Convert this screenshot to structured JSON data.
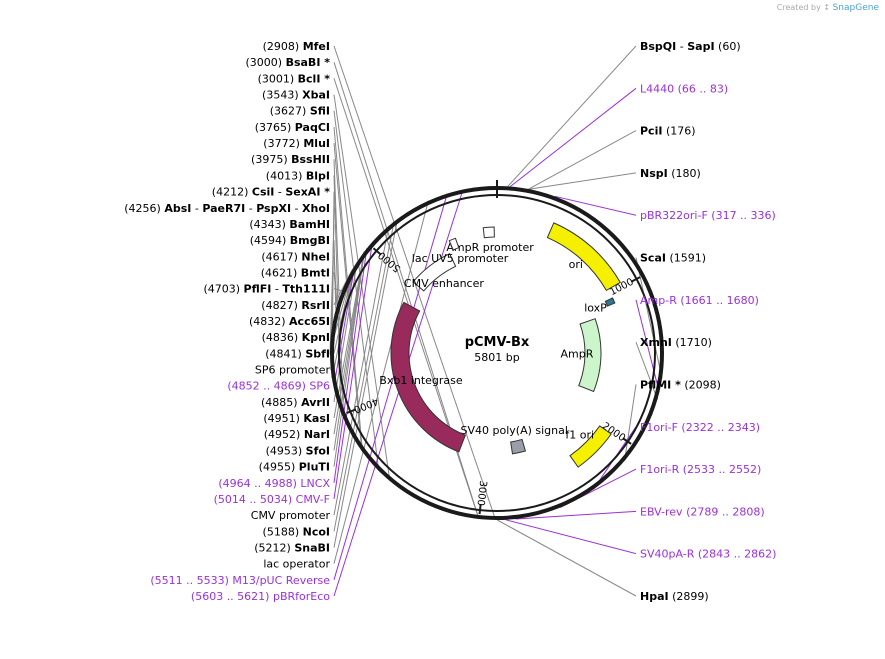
{
  "watermark": {
    "prefix": "Created by",
    "brand": "SnapGene"
  },
  "plasmid": {
    "name": "pCMV-Bx",
    "size_label": "5801 bp",
    "length": 5801
  },
  "ticks": [
    {
      "bp": 1000,
      "label": "1000"
    },
    {
      "bp": 2000,
      "label": "2000"
    },
    {
      "bp": 3000,
      "label": "3000"
    },
    {
      "bp": 4000,
      "label": "4000"
    },
    {
      "bp": 5000,
      "label": "5000"
    }
  ],
  "colors": {
    "primer": "#9b30d9",
    "ori": "#f5ef00",
    "integrase": "#982a5c",
    "ampr": "#ccf5cc",
    "ring": "#1a1a1a"
  },
  "labels": [
    {
      "id": "bspqi-sapi",
      "parts": [
        {
          "t": "BspQI",
          "s": "b"
        },
        {
          "t": "  - ",
          "s": "n"
        },
        {
          "t": "SapI",
          "s": "b"
        },
        {
          "t": "  (60)",
          "s": "n"
        }
      ],
      "bp": 60,
      "side": "right"
    },
    {
      "id": "l4440",
      "parts": [
        {
          "t": "L4440",
          "s": "p"
        },
        {
          "t": "   (66 .. 83)",
          "s": "p"
        }
      ],
      "bp": 74,
      "side": "right"
    },
    {
      "id": "pcii",
      "parts": [
        {
          "t": "PciI",
          "s": "b"
        },
        {
          "t": "   (176)",
          "s": "n"
        }
      ],
      "bp": 176,
      "side": "right"
    },
    {
      "id": "nspi",
      "parts": [
        {
          "t": "NspI",
          "s": "b"
        },
        {
          "t": "   (180)",
          "s": "n"
        }
      ],
      "bp": 180,
      "side": "right"
    },
    {
      "id": "pbr322ori-f",
      "parts": [
        {
          "t": "pBR322ori-F",
          "s": "p"
        },
        {
          "t": "     (317 .. 336)",
          "s": "p"
        }
      ],
      "bp": 326,
      "side": "right"
    },
    {
      "id": "scai",
      "parts": [
        {
          "t": "ScaI",
          "s": "b"
        },
        {
          "t": "     (1591)",
          "s": "n"
        }
      ],
      "bp": 1591,
      "side": "right"
    },
    {
      "id": "amp-r",
      "parts": [
        {
          "t": "Amp-R",
          "s": "p"
        },
        {
          "t": "    (1661 .. 1680)",
          "s": "p"
        }
      ],
      "bp": 1670,
      "side": "right"
    },
    {
      "id": "xmni",
      "parts": [
        {
          "t": "XmnI",
          "s": "b"
        },
        {
          "t": "     (1710)",
          "s": "n"
        }
      ],
      "bp": 1710,
      "side": "right"
    },
    {
      "id": "pflmi",
      "parts": [
        {
          "t": "PflMI *",
          "s": "b"
        },
        {
          "t": "     (2098)",
          "s": "n"
        }
      ],
      "bp": 2098,
      "side": "right"
    },
    {
      "id": "f1ori-f",
      "parts": [
        {
          "t": "F1ori-F",
          "s": "p"
        },
        {
          "t": "     (2322 .. 2343)",
          "s": "p"
        }
      ],
      "bp": 2332,
      "side": "right"
    },
    {
      "id": "f1ori-r",
      "parts": [
        {
          "t": "F1ori-R",
          "s": "p"
        },
        {
          "t": "     (2533 .. 2552)",
          "s": "p"
        }
      ],
      "bp": 2542,
      "side": "right"
    },
    {
      "id": "ebv-rev",
      "parts": [
        {
          "t": "EBV-rev",
          "s": "p"
        },
        {
          "t": "     (2789 .. 2808)",
          "s": "p"
        }
      ],
      "bp": 2798,
      "side": "right"
    },
    {
      "id": "sv40pa-r",
      "parts": [
        {
          "t": "SV40pA-R",
          "s": "p"
        },
        {
          "t": "     (2843 .. 2862)",
          "s": "p"
        }
      ],
      "bp": 2852,
      "side": "right"
    },
    {
      "id": "hpai",
      "parts": [
        {
          "t": "HpaI",
          "s": "b"
        },
        {
          "t": "     (2899)",
          "s": "n"
        }
      ],
      "bp": 2899,
      "side": "right"
    },
    {
      "id": "mfei",
      "parts": [
        {
          "t": "(2908)  ",
          "s": "n"
        },
        {
          "t": "MfeI",
          "s": "b"
        }
      ],
      "bp": 2908,
      "side": "left"
    },
    {
      "id": "bsabi",
      "parts": [
        {
          "t": "(3000)  ",
          "s": "n"
        },
        {
          "t": "BsaBI *",
          "s": "b"
        }
      ],
      "bp": 3000,
      "side": "left"
    },
    {
      "id": "bcli",
      "parts": [
        {
          "t": "(3001)  ",
          "s": "n"
        },
        {
          "t": "BclI *",
          "s": "b"
        }
      ],
      "bp": 3001,
      "side": "left"
    },
    {
      "id": "xbai",
      "parts": [
        {
          "t": "(3543)  ",
          "s": "n"
        },
        {
          "t": "XbaI",
          "s": "b"
        }
      ],
      "bp": 3543,
      "side": "left"
    },
    {
      "id": "sfii",
      "parts": [
        {
          "t": "(3627)  ",
          "s": "n"
        },
        {
          "t": "SfiI",
          "s": "b"
        }
      ],
      "bp": 3627,
      "side": "left"
    },
    {
      "id": "paqci",
      "parts": [
        {
          "t": "(3765)  ",
          "s": "n"
        },
        {
          "t": "PaqCI",
          "s": "b"
        }
      ],
      "bp": 3765,
      "side": "left"
    },
    {
      "id": "mlui",
      "parts": [
        {
          "t": "(3772)  ",
          "s": "n"
        },
        {
          "t": "MluI",
          "s": "b"
        }
      ],
      "bp": 3772,
      "side": "left"
    },
    {
      "id": "bsshii",
      "parts": [
        {
          "t": "(3975)  ",
          "s": "n"
        },
        {
          "t": "BssHII",
          "s": "b"
        }
      ],
      "bp": 3975,
      "side": "left"
    },
    {
      "id": "blpi",
      "parts": [
        {
          "t": "(4013)  ",
          "s": "n"
        },
        {
          "t": "BlpI",
          "s": "b"
        }
      ],
      "bp": 4013,
      "side": "left"
    },
    {
      "id": "csii-sexai",
      "parts": [
        {
          "t": "(4212)  ",
          "s": "n"
        },
        {
          "t": "CsiI",
          "s": "b"
        },
        {
          "t": "  - ",
          "s": "n"
        },
        {
          "t": "SexAI *",
          "s": "b"
        }
      ],
      "bp": 4212,
      "side": "left"
    },
    {
      "id": "absi-group",
      "parts": [
        {
          "t": "(4256)  ",
          "s": "n"
        },
        {
          "t": "AbsI",
          "s": "b"
        },
        {
          "t": "  - ",
          "s": "n"
        },
        {
          "t": "PaeR7I",
          "s": "b"
        },
        {
          "t": "  - ",
          "s": "n"
        },
        {
          "t": "PspXI",
          "s": "b"
        },
        {
          "t": "  - ",
          "s": "n"
        },
        {
          "t": "XhoI",
          "s": "b"
        }
      ],
      "bp": 4256,
      "side": "left"
    },
    {
      "id": "bamhi",
      "parts": [
        {
          "t": "(4343)  ",
          "s": "n"
        },
        {
          "t": "BamHI",
          "s": "b"
        }
      ],
      "bp": 4343,
      "side": "left"
    },
    {
      "id": "bmgbi",
      "parts": [
        {
          "t": "(4594)  ",
          "s": "n"
        },
        {
          "t": "BmgBI",
          "s": "b"
        }
      ],
      "bp": 4594,
      "side": "left"
    },
    {
      "id": "nhei",
      "parts": [
        {
          "t": "(4617)  ",
          "s": "n"
        },
        {
          "t": "NheI",
          "s": "b"
        }
      ],
      "bp": 4617,
      "side": "left"
    },
    {
      "id": "bmti",
      "parts": [
        {
          "t": "(4621)  ",
          "s": "n"
        },
        {
          "t": "BmtI",
          "s": "b"
        }
      ],
      "bp": 4621,
      "side": "left"
    },
    {
      "id": "pflfi",
      "parts": [
        {
          "t": "(4703)  ",
          "s": "n"
        },
        {
          "t": "PflFI",
          "s": "b"
        },
        {
          "t": "  - ",
          "s": "n"
        },
        {
          "t": "Tth111I",
          "s": "b"
        }
      ],
      "bp": 4703,
      "side": "left"
    },
    {
      "id": "rsrii",
      "parts": [
        {
          "t": "(4827)  ",
          "s": "n"
        },
        {
          "t": "RsrII",
          "s": "b"
        }
      ],
      "bp": 4827,
      "side": "left"
    },
    {
      "id": "acc65i",
      "parts": [
        {
          "t": "(4832)  ",
          "s": "n"
        },
        {
          "t": "Acc65I",
          "s": "b"
        }
      ],
      "bp": 4832,
      "side": "left"
    },
    {
      "id": "kpni",
      "parts": [
        {
          "t": "(4836)  ",
          "s": "n"
        },
        {
          "t": "KpnI",
          "s": "b"
        }
      ],
      "bp": 4836,
      "side": "left"
    },
    {
      "id": "sbfi",
      "parts": [
        {
          "t": "(4841)  ",
          "s": "n"
        },
        {
          "t": "SbfI",
          "s": "b"
        }
      ],
      "bp": 4841,
      "side": "left"
    },
    {
      "id": "sp6-promoter",
      "parts": [
        {
          "t": "SP6 promoter",
          "s": "n"
        }
      ],
      "bp": 4850,
      "side": "left",
      "boxed": true
    },
    {
      "id": "sp6",
      "parts": [
        {
          "t": "(4852 .. 4869)",
          "s": "p"
        },
        {
          "t": "  SP6",
          "s": "p"
        }
      ],
      "bp": 4860,
      "side": "left"
    },
    {
      "id": "avrii",
      "parts": [
        {
          "t": "(4885)  ",
          "s": "n"
        },
        {
          "t": "AvrII",
          "s": "b"
        }
      ],
      "bp": 4885,
      "side": "left"
    },
    {
      "id": "kasi",
      "parts": [
        {
          "t": "(4951)  ",
          "s": "n"
        },
        {
          "t": "KasI",
          "s": "b"
        }
      ],
      "bp": 4951,
      "side": "left"
    },
    {
      "id": "nari",
      "parts": [
        {
          "t": "(4952)  ",
          "s": "n"
        },
        {
          "t": "NarI",
          "s": "b"
        }
      ],
      "bp": 4952,
      "side": "left"
    },
    {
      "id": "sfoi",
      "parts": [
        {
          "t": "(4953)  ",
          "s": "n"
        },
        {
          "t": "SfoI",
          "s": "b"
        }
      ],
      "bp": 4953,
      "side": "left"
    },
    {
      "id": "pluti",
      "parts": [
        {
          "t": "(4955)  ",
          "s": "n"
        },
        {
          "t": "PluTI",
          "s": "b"
        }
      ],
      "bp": 4955,
      "side": "left"
    },
    {
      "id": "lncx",
      "parts": [
        {
          "t": "(4964 .. 4988)",
          "s": "p"
        },
        {
          "t": "  LNCX",
          "s": "p"
        }
      ],
      "bp": 4976,
      "side": "left"
    },
    {
      "id": "cmv-f",
      "parts": [
        {
          "t": "(5014 .. 5034)",
          "s": "p"
        },
        {
          "t": "  CMV-F",
          "s": "p"
        }
      ],
      "bp": 5024,
      "side": "left"
    },
    {
      "id": "cmv-promoter",
      "parts": [
        {
          "t": "CMV promoter",
          "s": "n"
        }
      ],
      "bp": 5150,
      "side": "left",
      "boxed": true
    },
    {
      "id": "ncoi",
      "parts": [
        {
          "t": "(5188)  ",
          "s": "n"
        },
        {
          "t": "NcoI",
          "s": "b"
        }
      ],
      "bp": 5188,
      "side": "left"
    },
    {
      "id": "snabi",
      "parts": [
        {
          "t": "(5212)  ",
          "s": "n"
        },
        {
          "t": "SnaBI",
          "s": "b"
        }
      ],
      "bp": 5212,
      "side": "left"
    },
    {
      "id": "lac-operator",
      "parts": [
        {
          "t": "lac operator",
          "s": "n"
        }
      ],
      "bp": 5410,
      "side": "left",
      "boxed": true,
      "fill": "#a9cfe0"
    },
    {
      "id": "m13-puc-reverse",
      "parts": [
        {
          "t": "(5511 .. 5533)",
          "s": "p"
        },
        {
          "t": "  M13/pUC Reverse",
          "s": "p"
        }
      ],
      "bp": 5522,
      "side": "left"
    },
    {
      "id": "pbrforeco",
      "parts": [
        {
          "t": "(5603 .. 5621)",
          "s": "p"
        },
        {
          "t": "  pBRforEco",
          "s": "p"
        }
      ],
      "bp": 5612,
      "side": "left"
    }
  ],
  "features": [
    {
      "id": "ori",
      "label": "ori",
      "start": 380,
      "end": 970,
      "dir": "ccw",
      "fill": "#f5ef00",
      "track": "inner"
    },
    {
      "id": "loxp",
      "label": "loxP",
      "start": 1040,
      "end": 1080,
      "dir": "cw",
      "fill": "#2a7a8c",
      "track": "inner"
    },
    {
      "id": "ampr",
      "label": "AmpR",
      "start": 1140,
      "end": 1800,
      "dir": "ccw",
      "fill": "#ccf5cc",
      "track": "inner"
    },
    {
      "id": "ampr-promoter",
      "label": "AmpR promoter",
      "start": 5700,
      "end": 5780,
      "dir": "cw",
      "fill": "#ffffff",
      "track": "inner"
    },
    {
      "id": "f1-ori",
      "label": "f1 ori",
      "start": 2020,
      "end": 2330,
      "dir": "cw",
      "fill": "#f5ef00",
      "track": "inner"
    },
    {
      "id": "sv40-polya",
      "label": "SV40 poly(A) signal",
      "start": 2640,
      "end": 2760,
      "dir": "none",
      "fill": "#999ea8",
      "track": "inner"
    },
    {
      "id": "bxb1-integrase",
      "label": "Bxb1 integrase",
      "start": 3240,
      "end": 4810,
      "dir": "ccw",
      "fill": "#982a5c",
      "track": "inner"
    },
    {
      "id": "cmv-enhancer",
      "label": "CMV enhancer",
      "start": 5000,
      "end": 5390,
      "dir": "ccw",
      "fill": "#ffffff",
      "track": "inner"
    },
    {
      "id": "lac-uv5-promoter",
      "label": "lac UV5 promoter",
      "start": 5430,
      "end": 5480,
      "dir": "ccw",
      "fill": "#ffffff",
      "track": "inner"
    }
  ]
}
